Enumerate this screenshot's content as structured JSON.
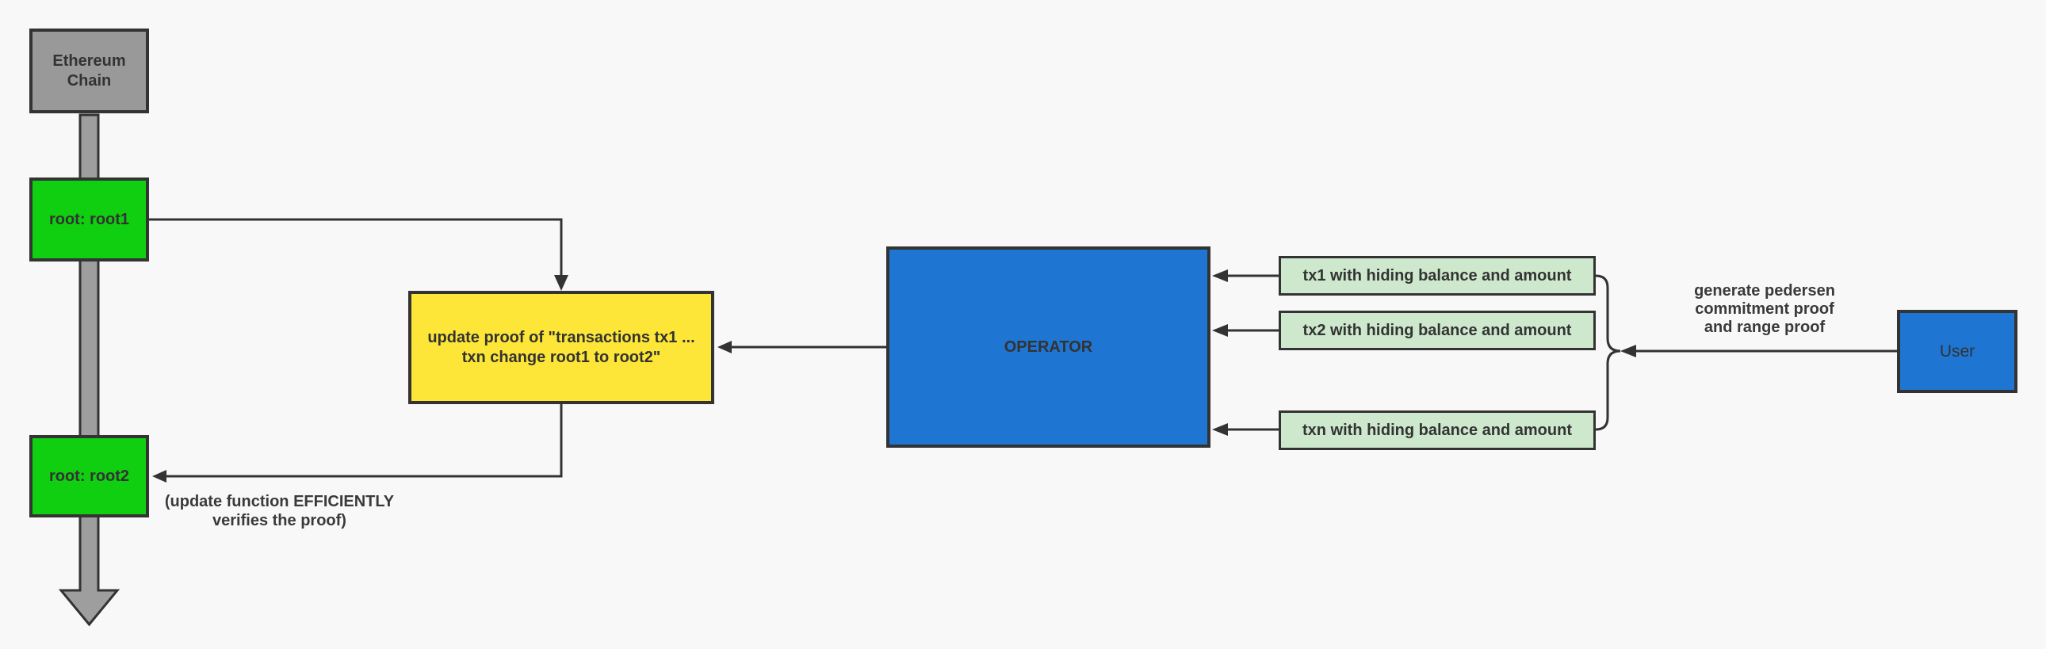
{
  "diagram": {
    "background": "#f8f8f8",
    "line_color": "#333333",
    "chain_arrow_fill": "#9e9e9e",
    "nodes": {
      "ethereum_chain": {
        "line1": "Ethereum",
        "line2": "Chain",
        "fill": "#999999"
      },
      "root1": {
        "label": "root: root1",
        "fill": "#10cf10"
      },
      "root2": {
        "label": "root: root2",
        "fill": "#10cf10"
      },
      "update_proof": {
        "line1": "update proof of \"transactions tx1 ...",
        "line2": "txn change root1 to root2\"",
        "fill": "#fde637"
      },
      "operator": {
        "label": "OPERATOR",
        "fill": "#1e75d2"
      },
      "tx1": {
        "label": "tx1 with hiding balance and amount",
        "fill": "#cde8cd"
      },
      "tx2": {
        "label": "tx2 with hiding balance and amount",
        "fill": "#cde8cd"
      },
      "txn": {
        "label": "txn with hiding balance and amount",
        "fill": "#cde8cd"
      },
      "user": {
        "label": "User",
        "fill": "#1e75d2"
      }
    },
    "annotations": {
      "update_note": {
        "line1": "(update function EFFICIENTLY",
        "line2": "verifies the proof)"
      },
      "pedersen_note": {
        "line1": "generate pedersen",
        "line2": "commitment proof",
        "line3": "and range proof"
      }
    }
  }
}
